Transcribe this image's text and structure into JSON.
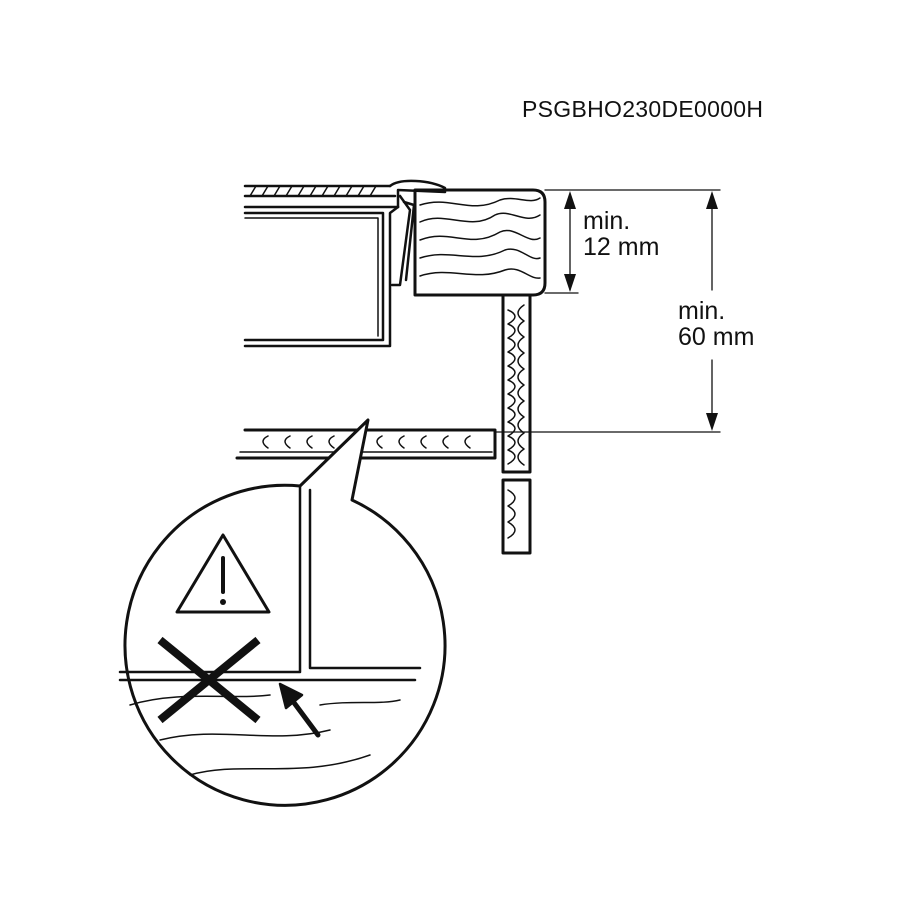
{
  "diagram": {
    "code": "PSGBHO230DE0000H",
    "dimensions": [
      {
        "line1": "min.",
        "line2": "12 mm"
      },
      {
        "line1": "min.",
        "line2": "60 mm"
      }
    ],
    "icons": [
      "warning-triangle-icon",
      "cross-mark-icon",
      "arrow-icon"
    ]
  }
}
